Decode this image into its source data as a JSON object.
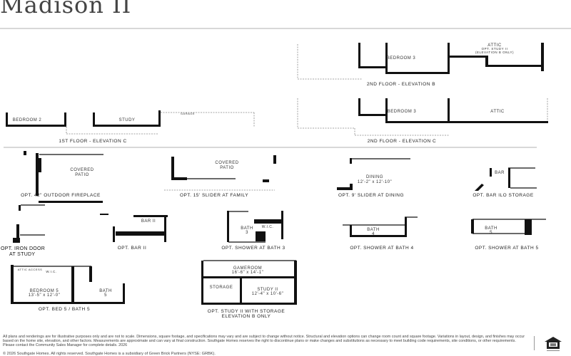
{
  "title": "Madison II",
  "first_floor": {
    "rooms": [
      "BEDROOM 2",
      "STUDY",
      "GARAGE"
    ],
    "caption": "1ST FLOOR - ELEVATION C"
  },
  "second_floor_b": {
    "rooms": [
      "BEDROOM 3",
      "ATTIC",
      "OPT. STUDY II",
      "(ELEVATION B ONLY)"
    ],
    "caption": "2ND FLOOR - ELEVATION B"
  },
  "second_floor_c": {
    "rooms": [
      "BEDROOM 3",
      "ATTIC"
    ],
    "caption": "2ND FLOOR - ELEVATION C"
  },
  "options": [
    {
      "caption": "OPT. 42\" OUTDOOR FIREPLACE",
      "labels": [
        "COVERED",
        "PATIO"
      ]
    },
    {
      "caption": "OPT. 15' SLIDER AT FAMILY",
      "labels": [
        "COVERED",
        "PATIO"
      ]
    },
    {
      "caption": "OPT. 9' SLIDER AT DINING",
      "labels": [
        "DINING",
        "12'-2\" x 12'-10\""
      ]
    },
    {
      "caption": "OPT. BAR ILO STORAGE",
      "labels": [
        "BAR"
      ]
    },
    {
      "caption": "OPT. IRON DOOR",
      "caption2": "AT STUDY",
      "labels": []
    },
    {
      "caption": "OPT. BAR II",
      "labels": [
        "BAR II"
      ]
    },
    {
      "caption": "OPT. SHOWER AT BATH 3",
      "labels": [
        "BATH",
        "3",
        "W.I.C."
      ]
    },
    {
      "caption": "OPT. SHOWER AT BATH 4",
      "labels": [
        "BATH",
        "4"
      ]
    },
    {
      "caption": "OPT. SHOWER AT BATH 5",
      "labels": [
        "BATH",
        "5"
      ]
    },
    {
      "caption": "OPT. BED 5 / BATH 5",
      "labels": [
        "BEDROOM 5",
        "13'-5\" x 12'-0\"",
        "BATH",
        "5",
        "ATTIC ACCESS",
        "W.I.C."
      ]
    },
    {
      "caption": "OPT. STUDY II WITH STORAGE",
      "caption2": "ELEVATION B ONLY",
      "labels": [
        "GAMEROOM",
        "16'-6\" x 14'-1\"",
        "STORAGE",
        "STUDY II",
        "12'-4\" x 10'-6\""
      ]
    }
  ],
  "footer": {
    "disclaimer": "All plans and renderings are for illustrative purposes only and are not to scale. Dimensions, square footage, and specifications may vary and are subject to change without notice. Structural and elevation options can change room count and square footage. Variations in layout, design, and finishes may occur based on the home site, elevation, and other factors. Measurements are approximate and can vary at final construction. Southgate Homes reserves the right to discontinue plans or make changes and substitutions as necessary to meet building code requirements, site conditions, or other requirements. Please contact the Community Sales Manager for complete details. 2026",
    "copyright": "© 2026 Southgate Homes. All rights reserved. Southgate Homes is a subsidiary of Green Brick Partners (NYSE: GRBK).",
    "logo_icon": "equal-housing-opportunity-icon"
  }
}
